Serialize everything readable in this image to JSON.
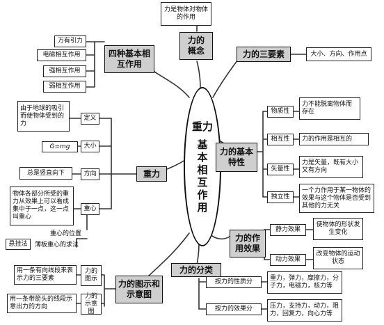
{
  "center": {
    "line1": "重力",
    "line2": "基本相互作用"
  },
  "concept": {
    "title": "力的概念",
    "def": "力是物体对物体的作用"
  },
  "three_elements": {
    "title": "力的三要素",
    "content": "大小、方向、作用点"
  },
  "four_forces": {
    "title": "四种基本相互作用",
    "items": [
      "万有引力",
      "电磁相互作用",
      "强相互作用",
      "弱相互作用"
    ]
  },
  "properties": {
    "title": "力的基本特性",
    "items": [
      {
        "label": "物质性",
        "desc": "力不能脱离物体而存在"
      },
      {
        "label": "相互性",
        "desc": "力的作用是相互的"
      },
      {
        "label": "矢量性",
        "desc": "力是矢量，既有大小又有方向"
      },
      {
        "label": "独立性",
        "desc": "一个力作用于某一物体的效果与这个物体是否受到其他的力无关"
      }
    ]
  },
  "gravity": {
    "title": "重力",
    "definition_label": "定义",
    "definition_text": "由于地球的吸引而使物体受到的力",
    "size_label": "大小",
    "formula": "G=mg",
    "direction_label": "方向",
    "direction_text": "总是竖直向下",
    "center_label": "重心",
    "center_text": "物体各部分所受的重力从效果上可以看成集中于一点，这一点叫重心",
    "position_text": "重心的位置",
    "method_label": "悬挂法",
    "method_text": "薄板重心的求法"
  },
  "effects": {
    "title": "力的作用效果",
    "static_label": "静力效果",
    "static_desc": "使物体的形状发生变化",
    "dynamic_label": "动力效果",
    "dynamic_desc": "改变物体的运动状态"
  },
  "classification": {
    "title": "力的分类",
    "by_nature_label": "按力的性质分",
    "by_nature_desc": "重力，弹力，摩擦力，分子力，电磁力，核力等",
    "by_effect_label": "按力的效果分",
    "by_effect_desc": "压力，支持力，动力，阻力，回复力，向心力等"
  },
  "diagram": {
    "title": "力的图示和示意图",
    "illus_label": "力的图示",
    "illus_desc": "用一条有向线段来表示力的三要素",
    "sketch_label": "力的示意图",
    "sketch_desc": "用一条带箭头的线段示意出力的方向"
  }
}
